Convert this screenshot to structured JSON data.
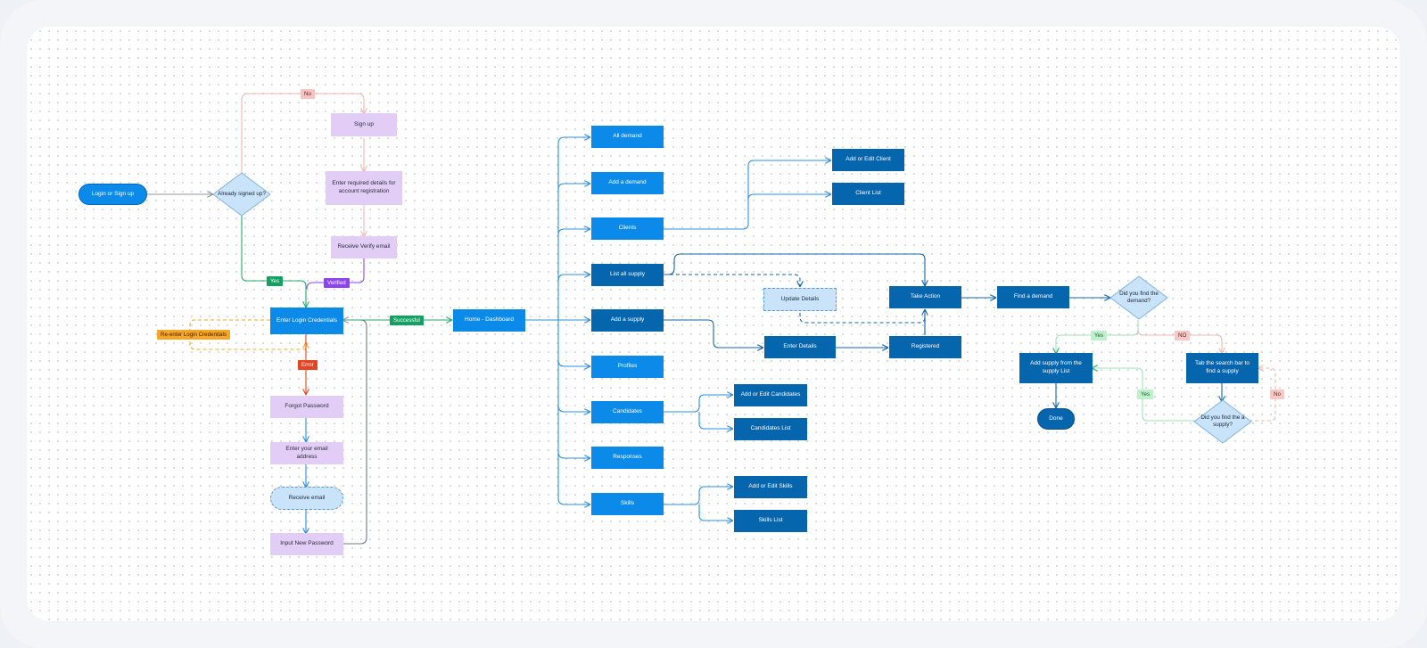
{
  "nodes": {
    "login_signup": "Login or Sign up",
    "already_signed": "Already signed up?",
    "sign_up": "Sign up",
    "enter_required": "Enter required details for account registration",
    "receive_verify": "Receive Verify email",
    "enter_login": "Enter Login Credentials",
    "forgot_password": "Forgot Password",
    "enter_email": "Enter your email address",
    "receive_email": "Receive email",
    "input_new_password": "Input New Password",
    "home_dashboard": "Home - Dashboard",
    "all_demand": "All demand",
    "add_demand": "Add a demand",
    "clients": "Clients",
    "list_supply": "List all supply",
    "add_supply": "Add a supply",
    "profiles": "Profiles",
    "candidates": "Candidates",
    "responses": "Responses",
    "skills": "Skills",
    "add_edit_client": "Add or Edit Client",
    "client_list": "Client List",
    "update_details": "Update Details",
    "take_action": "Take Action",
    "enter_details": "Enter Details",
    "registered": "Registered",
    "add_edit_candidates": "Add or Edit Candidates",
    "candidates_list": "Candidates  List",
    "add_edit_skills": "Add or Edit Skills",
    "skills_list": "Skills  List",
    "find_demand": "Find a demand",
    "did_find_demand": "Did you find the demand?",
    "add_supply_from": "Add supply from the supply List",
    "tab_search": "Tab the search bar to find a supply",
    "done": "Done",
    "did_find_supply": "Did you find the a supply?"
  },
  "labels": {
    "no_top": "No",
    "yes_left": "Yes",
    "verified": "Verified",
    "reenter": "Re-enter Login Credentials",
    "error": "Error",
    "successful": "Successful",
    "yes_demand": "Yes",
    "no_demand": "NO",
    "yes_supply": "Yes",
    "no_supply": "No"
  },
  "colors": {
    "lavender": "#e2cdf7",
    "primary_blue": "#0c8ae9",
    "navy": "#0565ad",
    "decision": "#c9e4fa",
    "connector_blue": "#2b8fe0",
    "green": "#14a060",
    "purple": "#8b44f2",
    "orange": "#f7a628",
    "error_red": "#e54322"
  }
}
